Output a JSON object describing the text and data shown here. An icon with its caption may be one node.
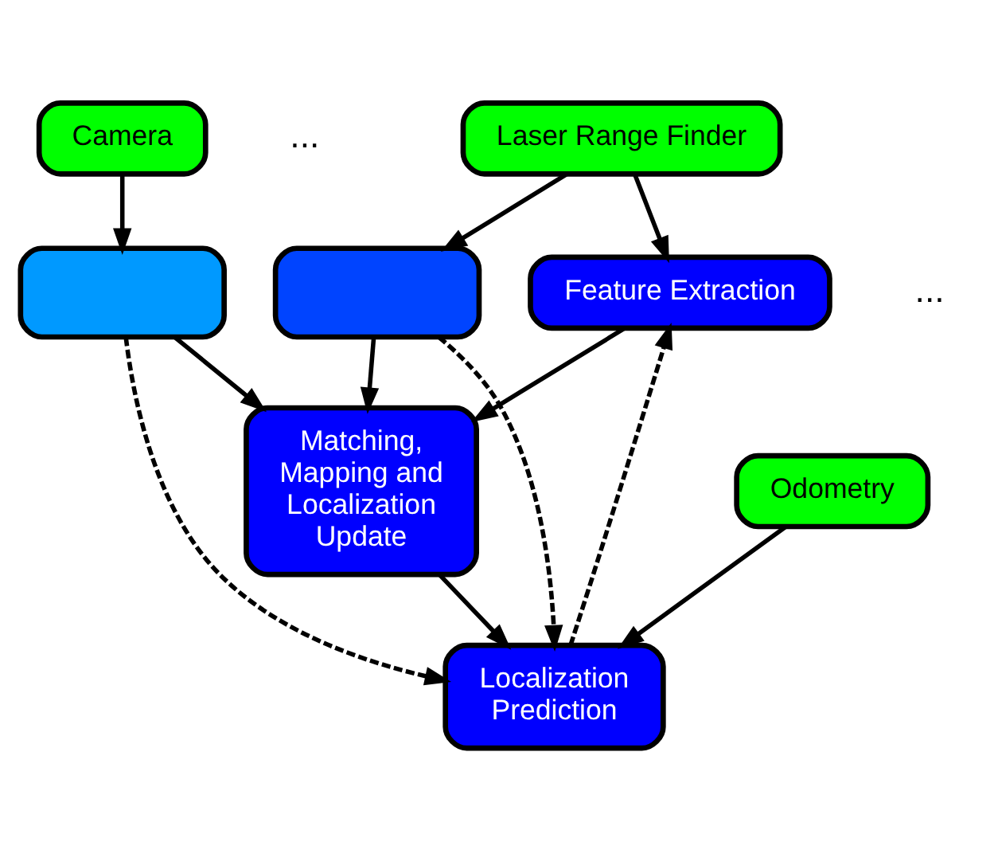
{
  "diagram": {
    "nodes": [
      {
        "text": [
          "Laser Range Finder"
        ]
      },
      {
        "text": [
          "Camera"
        ]
      },
      {
        "text": [],
        "shape": "box"
      },
      {
        "text": [],
        "shape": "box"
      },
      {
        "text": [
          "Feature Extraction"
        ]
      },
      {
        "text": [
          "Localization Prediction"
        ]
      },
      {
        "text": [
          "Matching, Mapping and Localization Update"
        ]
      },
      {
        "text": [
          "Odometry"
        ]
      }
    ],
    "edges": [
      {
        "from": 1,
        "to": 2,
        "arrow": "to"
      },
      {
        "from": 0,
        "to": 3,
        "arrow": "to"
      },
      {
        "from": 0,
        "to": 4,
        "arrow": "to"
      },
      {
        "from": 2,
        "to": 5,
        "arrow": "to",
        "style": "dashed"
      },
      {
        "from": 3,
        "to": 5,
        "arrow": "to",
        "style": "dashed"
      },
      {
        "from": 5,
        "to": 4,
        "arrow": "to",
        "style": "dashed"
      },
      {
        "from": 2,
        "to": 6,
        "arrow": "to"
      },
      {
        "from": 3,
        "to": 6,
        "arrow": "to"
      },
      {
        "from": 4,
        "to": 6,
        "arrow": "to"
      },
      {
        "from": 6,
        "to": 5,
        "arrow": "to"
      },
      {
        "from": 7,
        "to": 5,
        "arrow": "to"
      }
    ],
    "labels": [
      "...",
      "..."
    ]
  }
}
